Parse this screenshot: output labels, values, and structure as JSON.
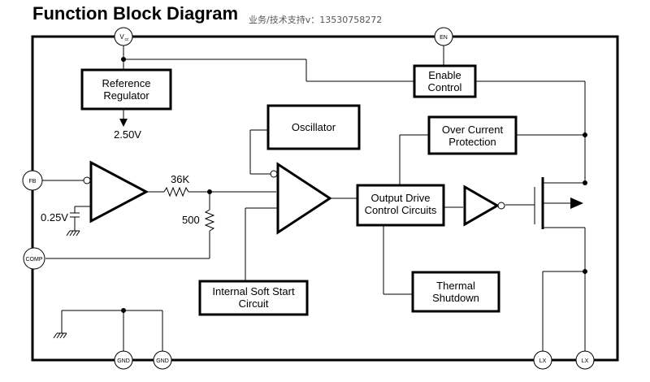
{
  "title": "Function Block Diagram",
  "subtitle": "业务/技术支持v：13530758272",
  "pins": {
    "vcc": "V",
    "vcc_sub": "cc",
    "en": "EN",
    "fb": "FB",
    "comp": "COMP",
    "gnd1": "GND",
    "gnd2": "GND",
    "lx1": "LX",
    "lx2": "LX"
  },
  "blocks": {
    "ref_reg": [
      "Reference",
      "Regulator"
    ],
    "enable": [
      "Enable",
      "Control"
    ],
    "oscillator": [
      "Oscillator"
    ],
    "ocp": [
      "Over Current",
      "Protection"
    ],
    "drive": [
      "Output Drive",
      "Control Circuits"
    ],
    "thermal": [
      "Thermal",
      "Shutdown"
    ],
    "softstart": [
      "Internal Soft Start",
      "Circuit"
    ]
  },
  "labels": {
    "vref_out": "2.50V",
    "r1": "36K",
    "r2": "500",
    "vref_low": "0.25V"
  }
}
